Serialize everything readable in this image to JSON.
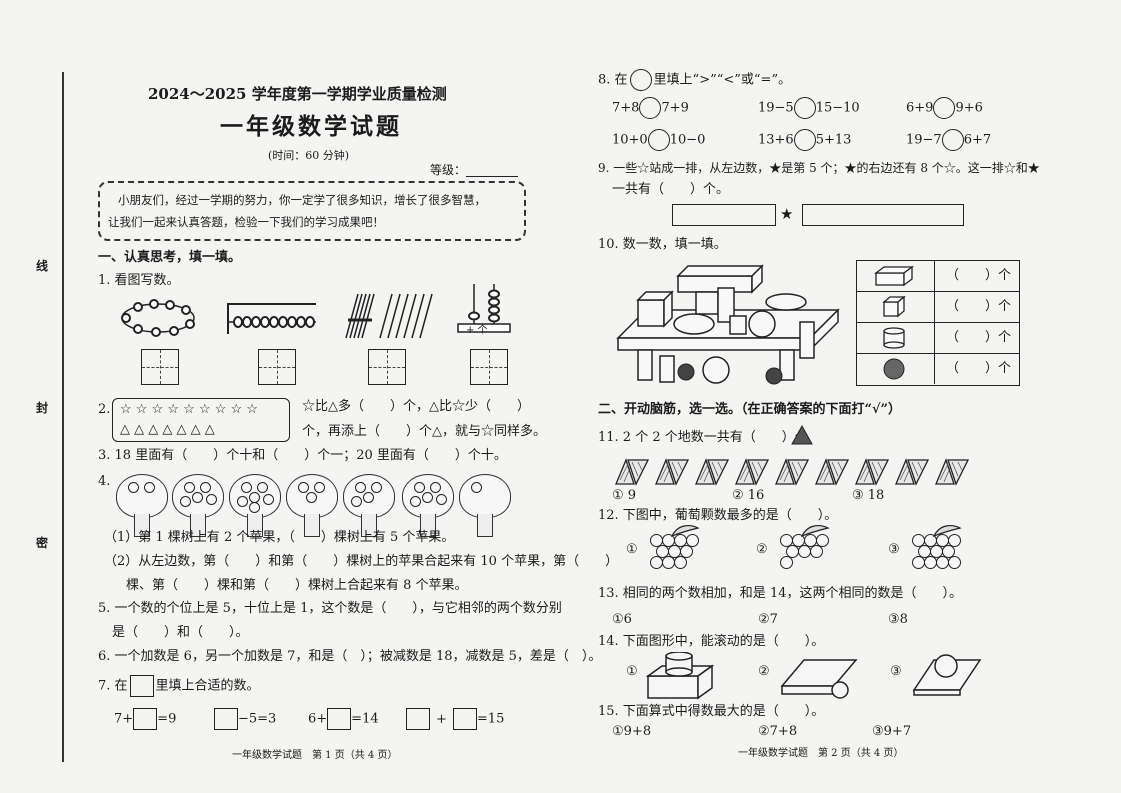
{
  "left": {
    "header": "2024～2025 学年度第一学期学业质量检测",
    "title": "一年级数学试题",
    "time": "(时间：60 分钟)",
    "grade_label": "等级：",
    "intro_line1": "小朋友们，经过一学期的努力，你一定学了很多知识，增长了很多智慧，",
    "intro_line2": "让我们一起来认真答题，检验一下我们的学习成果吧！",
    "section1": "一、认真思考，填一填。",
    "q1": "1. 看图写数。",
    "q1_abacus_labels": "+ 个",
    "q2_num": "2.",
    "q2_stars": "☆ ☆ ☆ ☆ ☆ ☆ ☆ ☆ ☆",
    "q2_triangles": "△ △ △ △ △ △ △",
    "q2_line1": "☆比△多（　　）个，△比☆少（　　）",
    "q2_line2": "个，再添上（　　）个△，就与☆同样多。",
    "q3": "3. 18 里面有（　　）个十和（　　）个一；20 里面有（　　）个十。",
    "q4_num": "4.",
    "q4_line1": "（1）第 1 棵树上有 2 个苹果，（　　）棵树上有 5 个苹果。",
    "q4_line2": "（2）从左边数，第（　　）和第（　　）棵树上的苹果合起来有 10 个苹果，第（　　）",
    "q4_line3": "棵、第（　　）棵和第（　　）棵树上合起来有 8 个苹果。",
    "q5_line1": "5. 一个数的个位上是 5，十位上是 1，这个数是（　　），与它相邻的两个数分别",
    "q5_line2": "是（　　）和（　　）。",
    "q6": "6. 一个加数是 6，另一个加数是 7，和是（　）；被减数是 18，减数是 5，差是（　）。",
    "q7_pre": "7. 在",
    "q7_post": "里填上合适的数。",
    "q7_items": [
      "7+",
      "=9",
      "−5=3",
      "6+",
      "=14",
      "+",
      "=15"
    ],
    "footer": "一年级数学试题　第 1 页（共 4 页）",
    "margin_marks": [
      "线",
      "封",
      "密"
    ]
  },
  "right": {
    "q8_pre": "8. 在",
    "q8_post": "里填上“>”“<”或“=”。",
    "q8_items": [
      [
        "7+8",
        "7+9"
      ],
      [
        "19−5",
        "15−10"
      ],
      [
        "6+9",
        "9+6"
      ],
      [
        "10+0",
        "10−0"
      ],
      [
        "13+6",
        "5+13"
      ],
      [
        "19−7",
        "6+7"
      ]
    ],
    "q9_line1": "9. 一些☆站成一排，从左边数，★是第 5 个；★的右边还有 8 个☆。这一排☆和★",
    "q9_line2": "一共有（　　）个。",
    "q9_star": "★",
    "q10": "10. 数一数，填一填。",
    "q10_rows": [
      "（　　）个",
      "（　　）个",
      "（　　）个",
      "（　　）个"
    ],
    "section2": "二、开动脑筋，选一选。（在正确答案的下面打“√”）",
    "q11": "11. 2 个 2 个地数一共有（　　）个",
    "q11_opts": [
      "① 9",
      "② 16",
      "③ 18"
    ],
    "q12": "12. 下图中，葡萄颗数最多的是（　　）。",
    "q12_opts": [
      "①",
      "②",
      "③"
    ],
    "q13": "13. 相同的两个数相加，和是 14，这两个相同的数是（　　）。",
    "q13_opts": [
      "①6",
      "②7",
      "③8"
    ],
    "q14": "14. 下面图形中，能滚动的是（　　）。",
    "q14_opts": [
      "①",
      "②",
      "③"
    ],
    "q15": "15. 下面算式中得数最大的是（　　）。",
    "q15_opts": [
      "①9+8",
      "②7+8",
      "③9+7"
    ],
    "footer": "一年级数学试题　第 2 页（共 4 页）"
  }
}
